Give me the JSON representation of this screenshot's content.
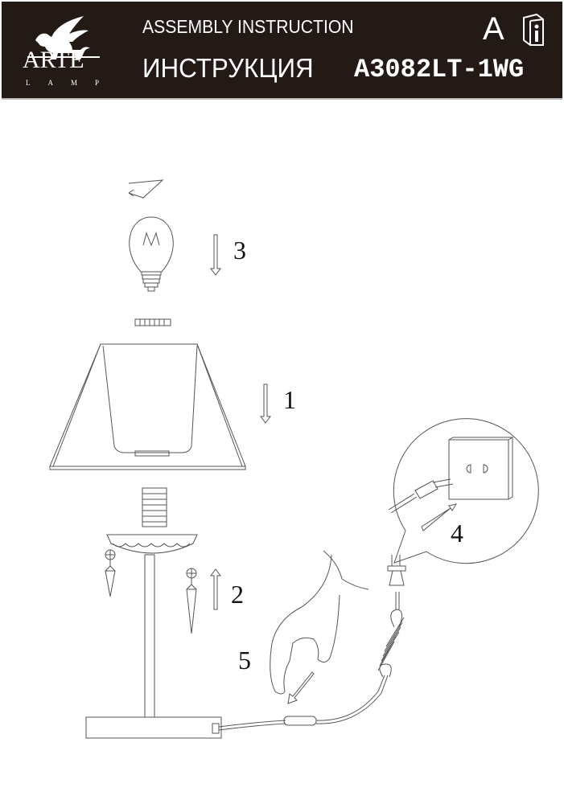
{
  "header": {
    "brand": "ARTE",
    "brand_sub": "LAMP",
    "title_en": "ASSEMBLY INSTRUCTION",
    "title_ru": "ИНСТРУКЦИЯ",
    "language_letter": "A",
    "model": "A3082LT-1WG",
    "icons": [
      "winged-lion-logo",
      "manual-book-icon"
    ]
  },
  "steps": [
    {
      "number": "1"
    },
    {
      "number": "2"
    },
    {
      "number": "3"
    },
    {
      "number": "4"
    },
    {
      "number": "5"
    }
  ]
}
